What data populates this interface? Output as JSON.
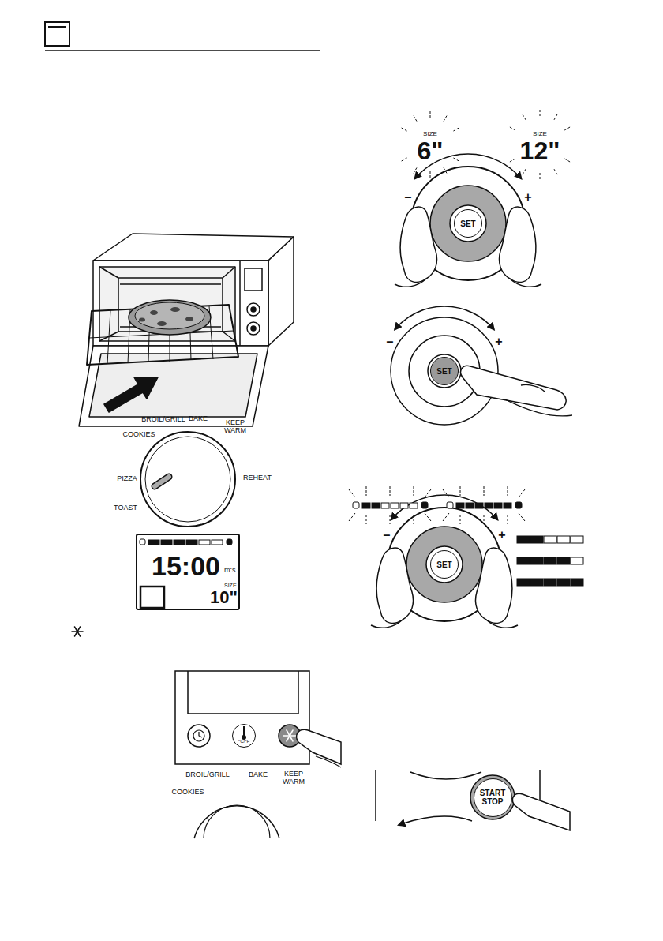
{
  "diagram": {
    "nodes": [
      {
        "text": [
          "15:00",
          "m:s",
          "SIZE",
          "10\""
        ]
      },
      {
        "text": [
          "°C/°F"
        ]
      },
      {
        "text": [
          "SET"
        ]
      },
      {
        "text": [
          "SET"
        ]
      },
      {
        "text": [
          "SET"
        ]
      },
      {
        "text": [
          "START STOP"
        ]
      }
    ],
    "labels": [
      "BROIL/GRILL",
      "BAKE",
      "KEEP WARM",
      "COOKIES",
      "PIZZA",
      "REHEAT",
      "TOAST",
      "BROIL/GRILL",
      "BAKE",
      "KEEP WARM",
      "COOKIES",
      "SIZE",
      "6\"",
      "SIZE",
      "12\"",
      "–",
      "+",
      "–",
      "+",
      "–",
      "+"
    ]
  }
}
